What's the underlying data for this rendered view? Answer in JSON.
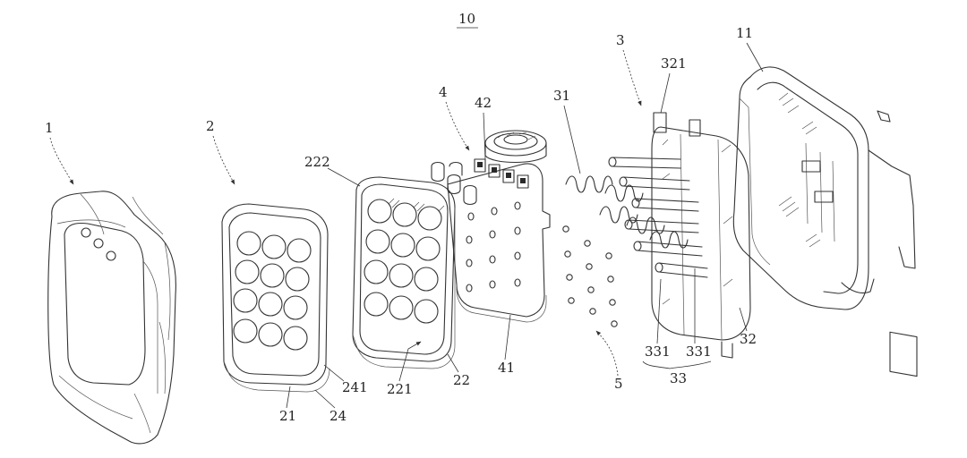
{
  "figure": {
    "title": "10",
    "labels": {
      "l1": "1",
      "l2": "2",
      "l3": "3",
      "l4": "4",
      "l5": "5",
      "l11": "11",
      "l21": "21",
      "l22": "22",
      "l24": "24",
      "l31": "31",
      "l32": "32",
      "l33": "33",
      "l41": "41",
      "l42": "42",
      "l221": "221",
      "l222": "222",
      "l241": "241",
      "l321": "321",
      "l331a": "331",
      "l331b": "331"
    }
  }
}
